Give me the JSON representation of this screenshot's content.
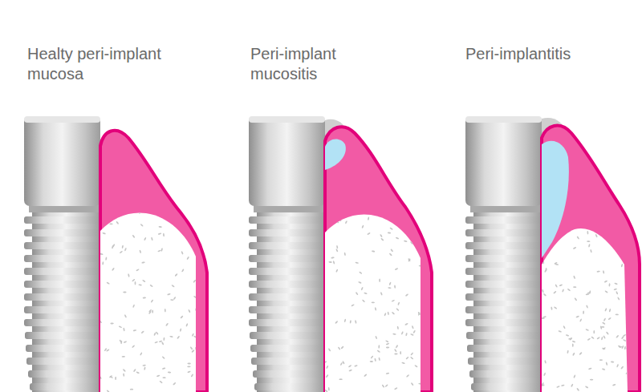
{
  "diagram": {
    "labels": [
      "Healty peri-implant mucosa",
      "Peri-implant mucositis",
      "Peri-implantitis"
    ]
  }
}
